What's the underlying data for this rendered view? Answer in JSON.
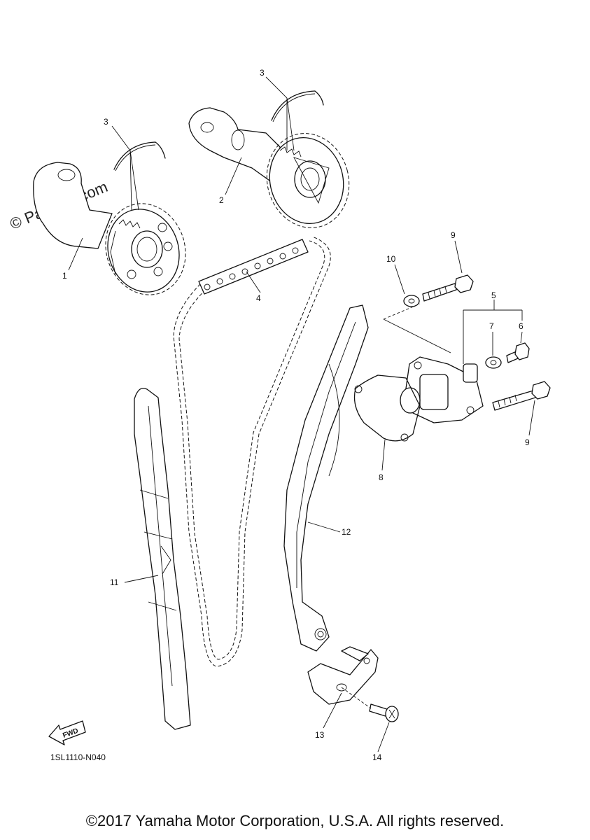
{
  "watermark": "© Partzilla.com",
  "diagram_code": "1SL1110-N040",
  "fwd_label": "FWD",
  "copyright": "©2017 Yamaha Motor Corporation, U.S.A. All rights reserved.",
  "callouts": {
    "c1": "1",
    "c2": "2",
    "c3a": "3",
    "c3b": "3",
    "c4": "4",
    "c5": "5",
    "c6": "6",
    "c7": "7",
    "c8": "8",
    "c9a": "9",
    "c9b": "9",
    "c10": "10",
    "c11": "11",
    "c12": "12",
    "c13": "13",
    "c14": "14"
  }
}
